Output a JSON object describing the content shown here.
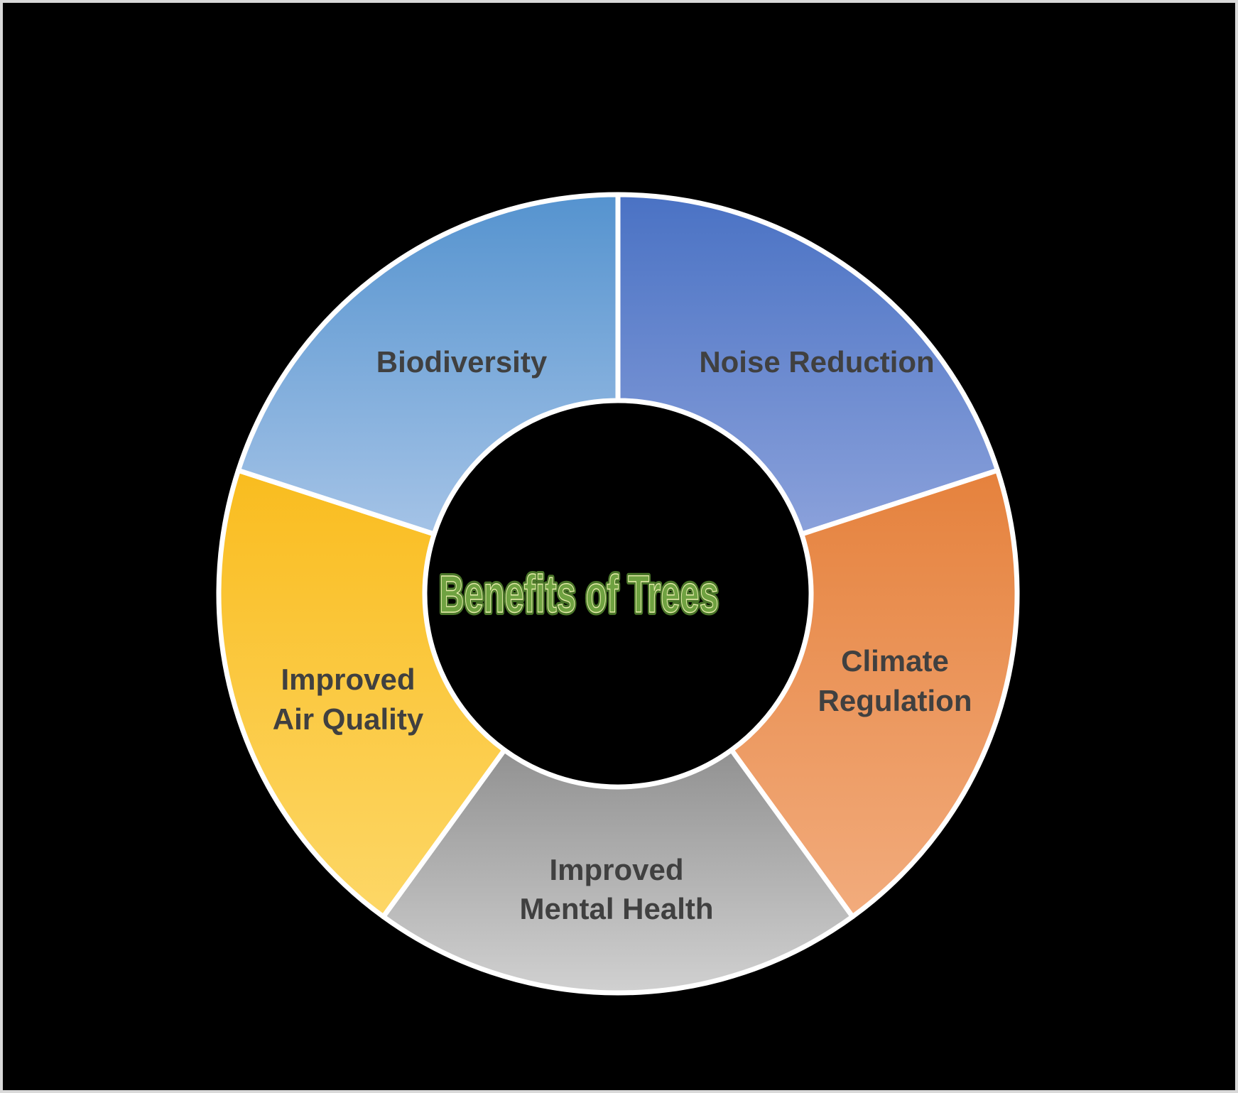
{
  "frame": {
    "background": "#000000",
    "border_color": "#D9D9D9"
  },
  "chart_data": {
    "type": "pie",
    "subtype": "donut",
    "title": "Benefits of Trees",
    "legend_position": "none",
    "values_shown": false,
    "start_angle_deg": 0,
    "direction": "clockwise",
    "categories": [
      "Noise Reduction",
      "Climate Regulation",
      "Improved Mental Health",
      "Improved Air Quality",
      "Biodiversity"
    ],
    "values": [
      20,
      20,
      20,
      20,
      20
    ],
    "label_color": "#404040",
    "divider_color": "#FFFFFF",
    "segments": [
      {
        "label": "Noise Reduction",
        "label_lines": [
          "Noise Reduction"
        ],
        "value_percent": 20,
        "color_top": "#4A72C4",
        "color_bottom": "#8CA2DB"
      },
      {
        "label": "Climate Regulation",
        "label_lines": [
          "Climate",
          "Regulation"
        ],
        "value_percent": 20,
        "color_top": "#E5813C",
        "color_bottom": "#F2AC7D"
      },
      {
        "label": "Improved Mental Health",
        "label_lines": [
          "Improved",
          "Mental Health"
        ],
        "value_percent": 20,
        "color_top": "#909090",
        "color_bottom": "#D2D2D2"
      },
      {
        "label": "Improved Air Quality",
        "label_lines": [
          "Improved",
          "Air Quality"
        ],
        "value_percent": 20,
        "color_top": "#F9BC1E",
        "color_bottom": "#FDD767"
      },
      {
        "label": "Biodiversity",
        "label_lines": [
          "Biodiversity"
        ],
        "value_percent": 20,
        "color_top": "#5593CF",
        "color_bottom": "#A6C4E7"
      }
    ],
    "center_title": {
      "text": "Benefits of Trees",
      "fill": "#6FA241",
      "outline": "#4A7629",
      "inline_highlight": "#E9EFAD"
    }
  }
}
